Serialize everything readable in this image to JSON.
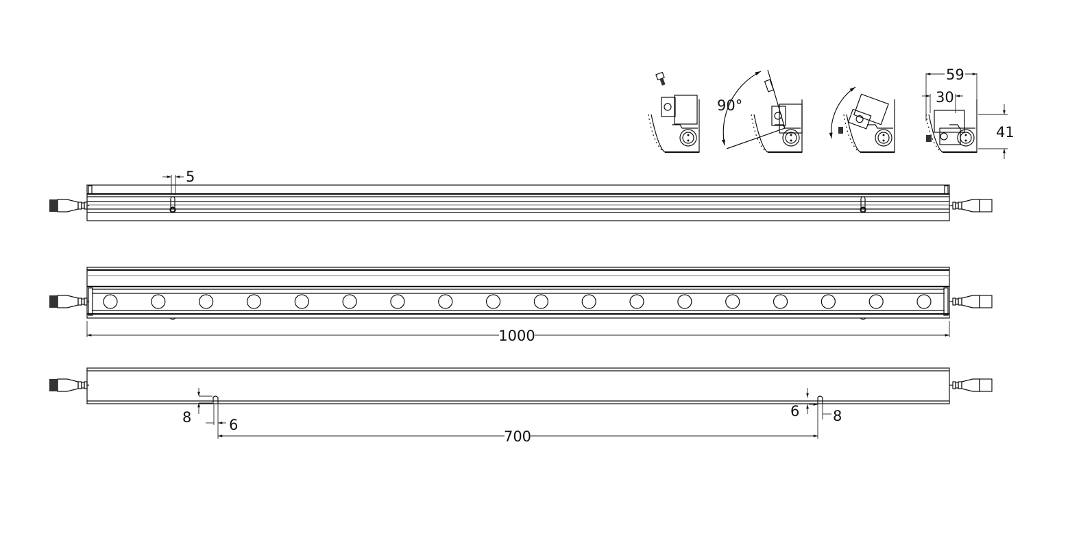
{
  "dimensions": {
    "slot_width": "5",
    "total_length": "1000",
    "mount_spacing": "700",
    "left_slot_height": "8",
    "left_slot_width": "6",
    "right_slot_width": "6",
    "right_slot_height": "8",
    "tilt_angle": "90°",
    "profile_width": "59",
    "bracket_width": "30",
    "profile_height": "41"
  },
  "led_count": 18
}
